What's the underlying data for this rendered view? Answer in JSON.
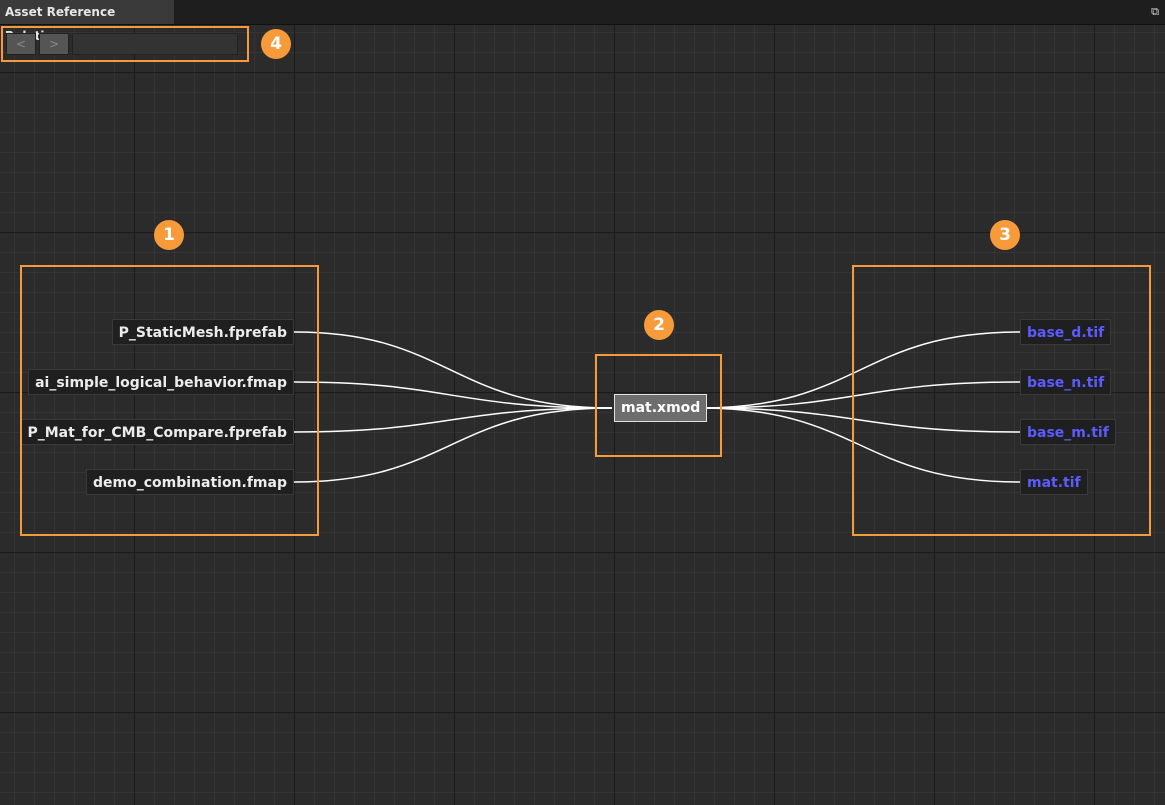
{
  "window": {
    "tab_title": "Asset Reference Relation",
    "pin_icon": "pin-icon"
  },
  "toolbar": {
    "back_label": "<",
    "forward_label": ">",
    "path_value": ""
  },
  "referencers": [
    "P_StaticMesh.fprefab",
    "ai_simple_logical_behavior.fmap",
    "P_Mat_for_CMB_Compare.fprefab",
    "demo_combination.fmap"
  ],
  "center_asset": "mat.xmod",
  "dependencies": [
    "base_d.tif",
    "base_n.tif",
    "base_m.tif",
    "mat.tif"
  ],
  "annotations": [
    "1",
    "2",
    "3",
    "4"
  ],
  "colors": {
    "accent": "#f79b3a",
    "dependency_text": "#5b5cff",
    "link": "#ffffff"
  }
}
